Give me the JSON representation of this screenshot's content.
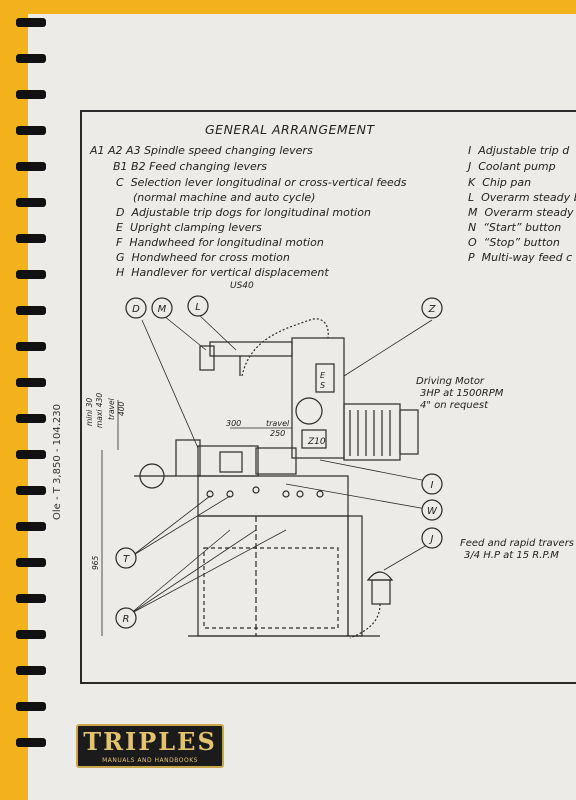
{
  "title": "GENERAL ARRANGEMENT",
  "legend_left": [
    {
      "key": "A1 A2 A3",
      "text": "Spindle speed changing levers"
    },
    {
      "key": "B1 B2",
      "text": "Feed changing levers"
    },
    {
      "key": "C",
      "text": "Selection lever longitudinal or cross-vertical feeds"
    },
    {
      "key": "",
      "text": "(normal machine and auto cycle)"
    },
    {
      "key": "D",
      "text": "Adjustable trip dogs for longitudinal motion"
    },
    {
      "key": "E",
      "text": "Upright clamping levers"
    },
    {
      "key": "F",
      "text": "Handwheed for longitudinal motion"
    },
    {
      "key": "G",
      "text": "Hondwheed for cross motion"
    },
    {
      "key": "H",
      "text": "Handlever for vertical displacement"
    }
  ],
  "legend_right": [
    {
      "key": "I",
      "text": "Adjustable trip d"
    },
    {
      "key": "J",
      "text": "Coolant pump"
    },
    {
      "key": "K",
      "text": "Chip pan"
    },
    {
      "key": "L",
      "text": "Overarm steady b"
    },
    {
      "key": "M",
      "text": "Overarm steady"
    },
    {
      "key": "N",
      "text": "“Start” button"
    },
    {
      "key": "O",
      "text": "“Stop” button"
    },
    {
      "key": "P",
      "text": "Multi-way feed c"
    }
  ],
  "callouts": [
    "D",
    "M",
    "L",
    "Z",
    "I",
    "W",
    "J",
    "T",
    "R"
  ],
  "labels": {
    "us40": "US40",
    "motor_line1": "Driving Motor",
    "motor_line2": "3HP at 1500RPM",
    "motor_line3": "4\" on request",
    "feed_line1": "Feed and rapid travers",
    "feed_line2": "3/4 H.P at 15 R.P.M",
    "dim_300": "300",
    "travel_250a": "travel",
    "travel_250b": "250",
    "mini": "mini 30",
    "maxi": "maxi 430",
    "travel_400a": "travel",
    "travel_400b": "400",
    "dim_965": "965",
    "zlo": "Z10",
    "body_e": "E",
    "body_s": "S"
  },
  "side_code": "Ole - T 3,850  -  104.230",
  "logo": {
    "word": "TRIPLES",
    "sub": "MANUALS AND HANDBOOKS"
  }
}
